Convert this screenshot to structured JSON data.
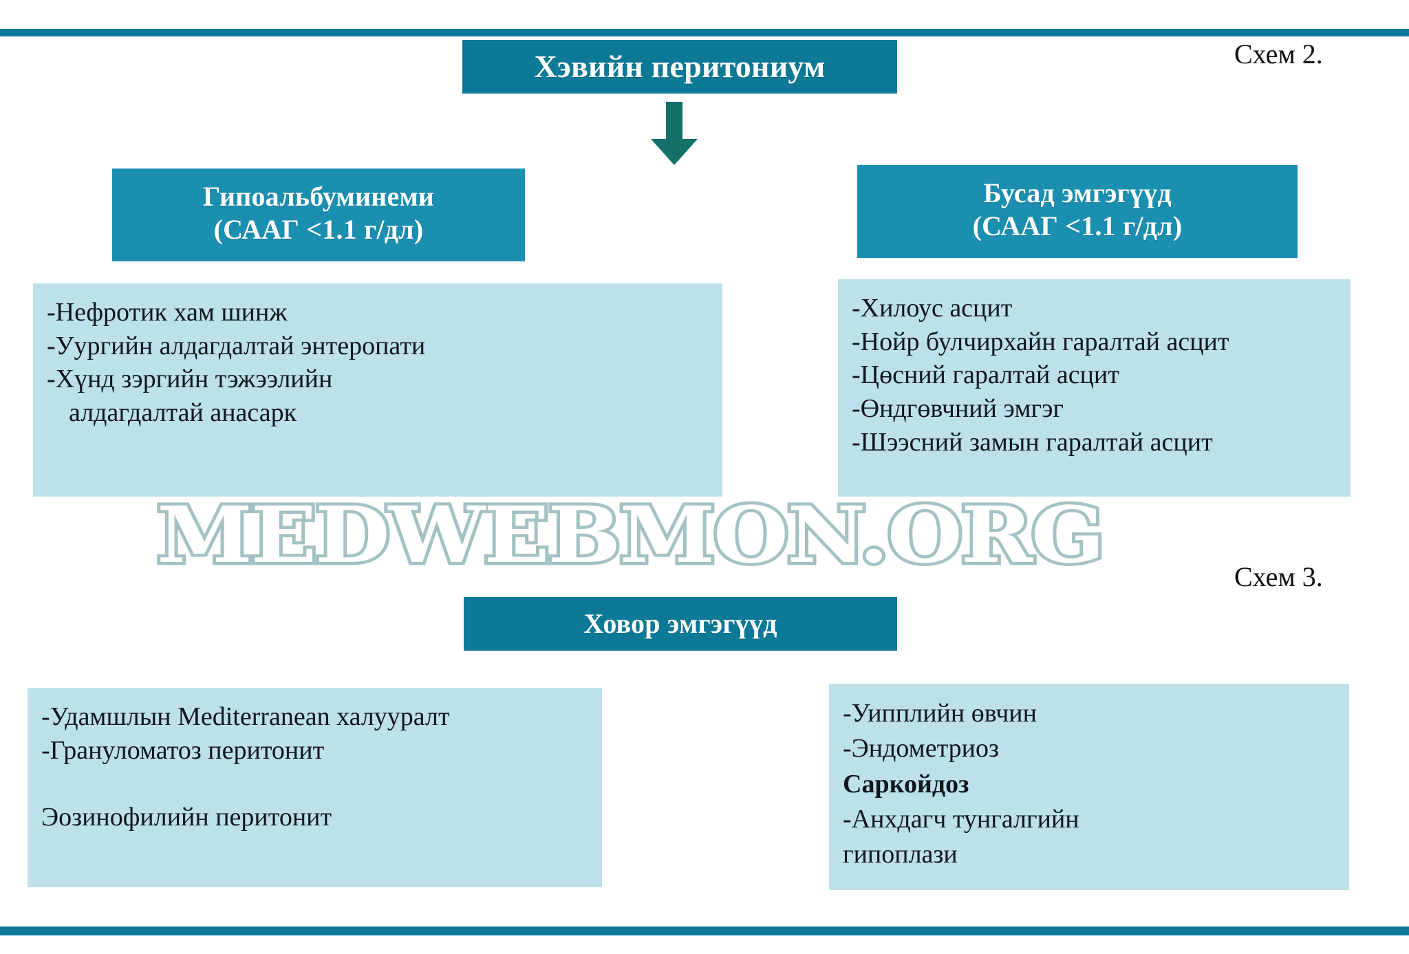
{
  "colors": {
    "rule": "#0c7a96",
    "header_light": "#1b8fb0",
    "header_dark": "#0c7a96",
    "panel": "#bde1ea",
    "arrow": "#14706b",
    "text_dark": "#10161f",
    "text_light": "#ffffff",
    "watermark_outline": "#9dbdc0"
  },
  "captions": {
    "scheme2": "Схем 2.",
    "scheme3": "Схем 3."
  },
  "title_box": {
    "label": "Хэвийн перитониум"
  },
  "arrow": {
    "icon": "arrow-down-icon"
  },
  "hypo_header": {
    "line1": "Гипоальбуминеми",
    "line2": "(СААГ <1.1 г/дл)"
  },
  "other_header": {
    "line1": "Бусад эмгэгүүд",
    "line2": "(СААГ <1.1 г/дл)"
  },
  "rare_header": {
    "label": "Ховор эмгэгүүд"
  },
  "hypo_panel": {
    "lines": [
      "-Нефротик хам шинж",
      "-Уургийн алдагдалтай энтеропати",
      "-Хүнд зэргийн тэжээлийн",
      "алдагдалтай анасарк"
    ]
  },
  "other_panel": {
    "lines": [
      "-Хилоус асцит",
      "-Нойр булчирхайн гаралтай асцит",
      "-Цөсний гаралтай асцит",
      "-Өндгөвчний эмгэг",
      "-Шээсний замын гаралтай асцит"
    ]
  },
  "rare_left_panel": {
    "lines": [
      "-Удамшлын Mediterranean халууралт",
      "-Грануломатоз перитонит",
      "",
      "Эозинофилийн перитонит"
    ]
  },
  "rare_right_panel": {
    "lines": [
      "-Уипплийн өвчин",
      "-Эндометриоз",
      "Саркойдоз",
      "-Анхдагч тунгалгийн",
      "гипоплази"
    ]
  },
  "watermark": {
    "text": "MEDWEBMON.ORG"
  }
}
